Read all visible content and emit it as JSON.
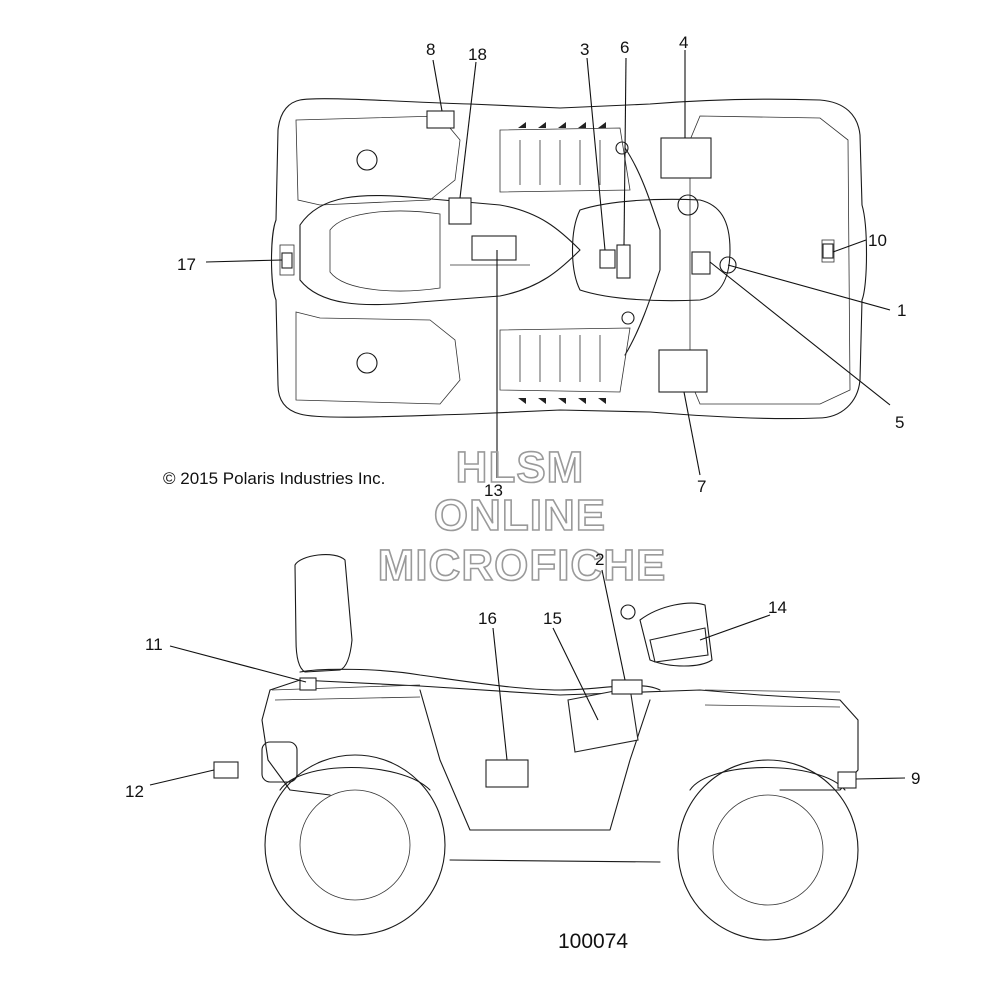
{
  "copyright": "© 2015  Polaris Industries Inc.",
  "part_number": "100074",
  "watermark": {
    "line1": "HLSM",
    "line2": "ONLINE",
    "line3": "MICROFICHE"
  },
  "callouts": {
    "c1": "1",
    "c2": "2",
    "c3": "3",
    "c4": "4",
    "c5": "5",
    "c6": "6",
    "c7": "7",
    "c8": "8",
    "c9": "9",
    "c10": "10",
    "c11": "11",
    "c12": "12",
    "c13": "13",
    "c14": "14",
    "c15": "15",
    "c16": "16",
    "c17": "17",
    "c18": "18"
  }
}
